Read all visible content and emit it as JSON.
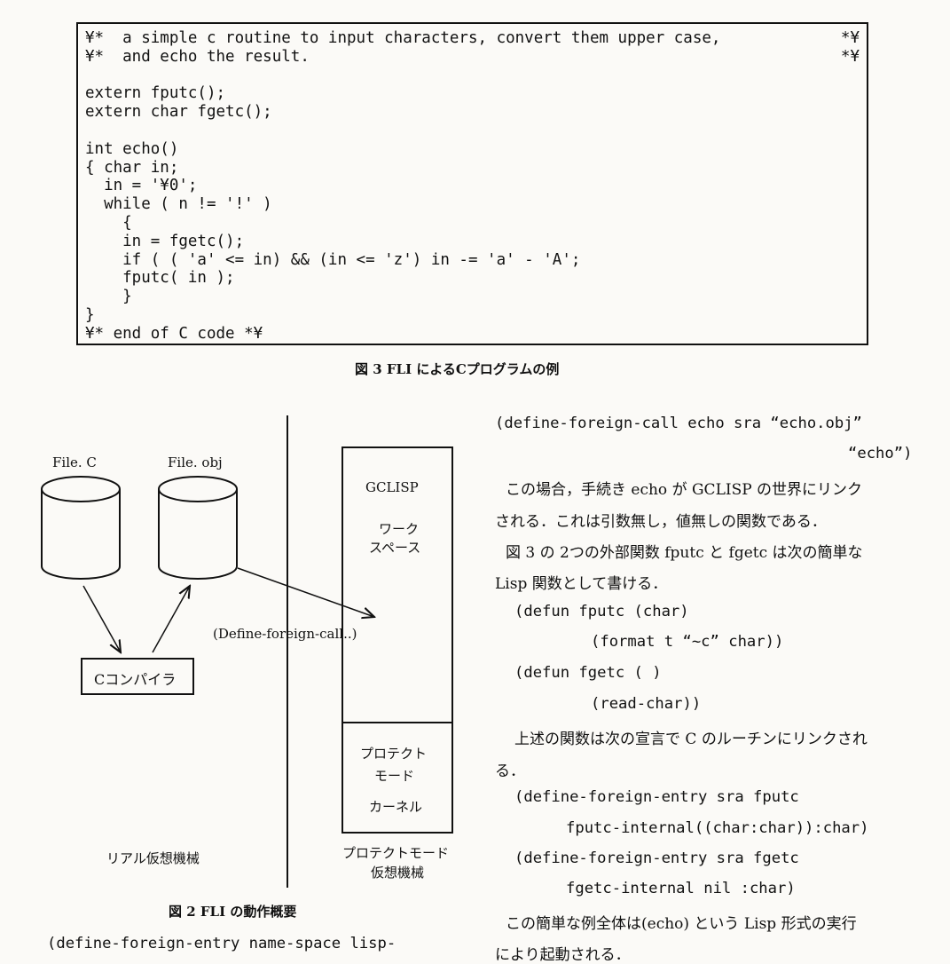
{
  "code_listing": {
    "lines": "¥*  a simple c routine to input characters, convert them upper case,\n¥*  and echo the result.\n\nextern fputc();\nextern char fgetc();\n\nint echo()\n{ char in;\n  in = '¥0';\n  while ( n != '!' )\n    {\n    in = fgetc();\n    if ( ( 'a' <= in) && (in <= 'z') in -= 'a' - 'A';\n    fputc( in );\n    }\n}\n¥* end of C code *¥",
    "right_marks": "*¥\n*¥"
  },
  "fig3_caption": "図 3  FLI によるCプログラムの例",
  "diagram": {
    "file_c": "File. C",
    "file_obj": "File. obj",
    "compiler": "Cコンパイラ",
    "define_call": "(Define-foreign-call..)",
    "gclisp": "GCLISP",
    "workspace_1": "ワーク",
    "workspace_2": "スペース",
    "kernel_1": "プロテクト",
    "kernel_2": "モード",
    "kernel_3": "カーネル",
    "real_vm": "リアル仮想機械",
    "protect_vm_1": "プロテクトモード",
    "protect_vm_2": "仮想機械"
  },
  "fig2_caption": "図 2  FLI の動作概要",
  "right_column": {
    "l1": "(define-foreign-call echo sra “echo.obj”",
    "l2": "“echo”)",
    "l3": "この場合，手続き echo が GCLISP の世界にリンク",
    "l4": "される．これは引数無し，値無しの関数である．",
    "l5": "図 3 の 2つの外部関数 fputc と fgetc は次の簡単な",
    "l6": "Lisp 関数として書ける．",
    "l7": "(defun fputc (char)",
    "l8": "(format t “~c” char))",
    "l9": "(defun fgetc ( )",
    "l10": "(read-char))",
    "l11": "上述の関数は次の宣言で C のルーチンにリンクされ",
    "l12": "る．",
    "l13": "(define-foreign-entry sra fputc",
    "l14": "fputc-internal((char:char)):char)",
    "l15": "(define-foreign-entry sra fgetc",
    "l16": "fgetc-internal nil :char)",
    "l17": "この簡単な例全体は(echo) という Lisp 形式の実行",
    "l18": "により起動される．"
  },
  "bottom_left": "(define-foreign-entry name-space lisp-"
}
